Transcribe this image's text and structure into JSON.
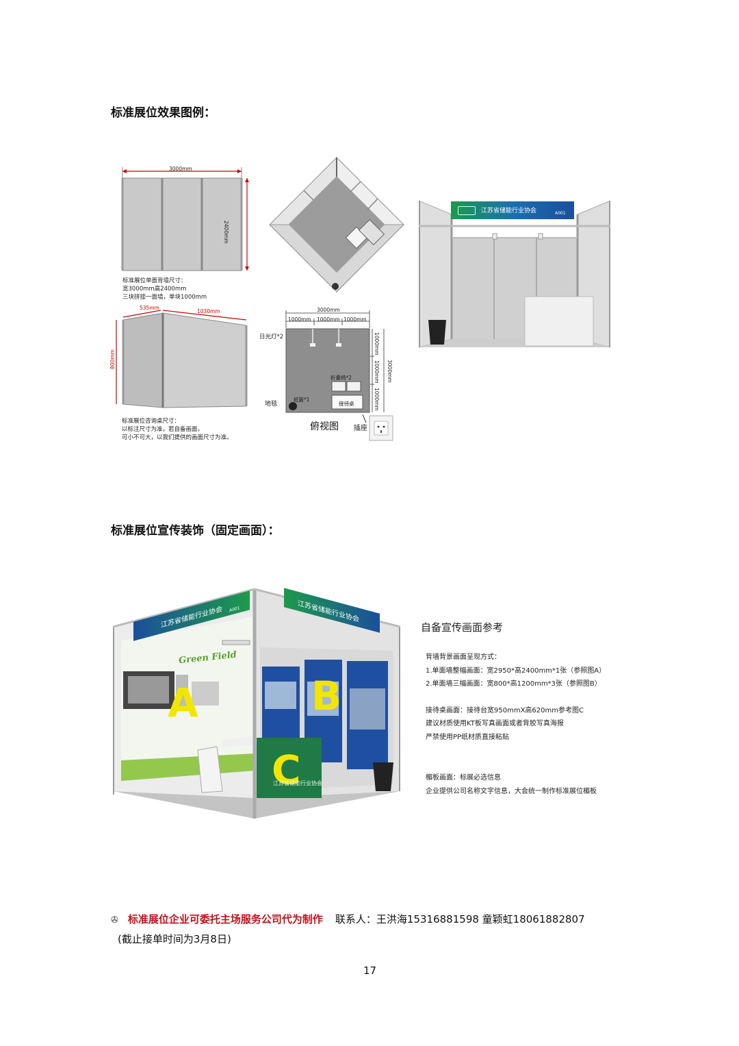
{
  "section1": {
    "title": "标准展位效果图例："
  },
  "fig_wall": {
    "width_label": "3000mm",
    "height_label": "2400mm",
    "caption": [
      "标准展位单面背墙尺寸：",
      "宽3000mm高2400mm",
      "三块拼接一面墙，单块1000mm"
    ]
  },
  "fig_desk": {
    "side_label": "535mm",
    "front_label": "1030mm",
    "height_label": "800mm",
    "caption": [
      "标准展位咨询桌尺寸：",
      "以标注尺寸为准，若自备画面，",
      "可小不可大，以我们提供的画面尺寸为准。"
    ]
  },
  "fig_plan": {
    "total_top": "3000mm",
    "seg_top": [
      "1000mm",
      "1000mm",
      "1000mm"
    ],
    "total_right": "3000mm",
    "seg_right": [
      "1000mm",
      "1000mm",
      "1000mm"
    ],
    "light_label": "日光灯*2",
    "chair_label": "折叠椅*2",
    "bin_label": "纸篓*1",
    "desk_label": "接待桌",
    "carpet_label": "地毯",
    "caption": "俯视图",
    "socket_label": "插座"
  },
  "fig_booth": {
    "fascia_text": "江苏省储能行业协会",
    "booth_no": "A001"
  },
  "section2": {
    "title": "标准展位宣传装饰（固定画面）："
  },
  "fig_decor": {
    "fascia_text": "江苏省储能行业协会",
    "booth_no": "A001",
    "green_field": "Green Field",
    "desk_text": "江苏省储能行业协会",
    "letter_a": "A",
    "letter_b": "B",
    "letter_c": "C"
  },
  "reference": {
    "title": "自备宣传画面参考",
    "lines": [
      "背墙背景画面呈现方式：",
      "1.单面墙整幅画面：宽2950*高2400mm*1张（参照图A）",
      "2.单面墙三幅画面：宽800*高1200mm*3张（参照图B）",
      "",
      "接待桌画面：接待台宽950mmX高620mm参考图C",
      "建议材质使用KT板写真画面或者背胶写真海报",
      "严禁使用PP纸材质直接粘贴",
      "",
      "楣板画面：标展必选信息",
      "企业提供公司名称文字信息，大会统一制作标准展位楣板"
    ]
  },
  "footer": {
    "symbol": "✇",
    "highlight": "标准展位企业可委托主场服务公司代为制作",
    "contact": "联系人：王洪海15316881598 童颖虹18061882807",
    "deadline": "(截止接单时间为3月8日)",
    "page_number": "17"
  },
  "colors": {
    "highlight": "#c0121a",
    "fascia_green": "#1d9a4a",
    "fascia_blue": "#1b4f9c",
    "letter_yellow": "#f2e600"
  }
}
